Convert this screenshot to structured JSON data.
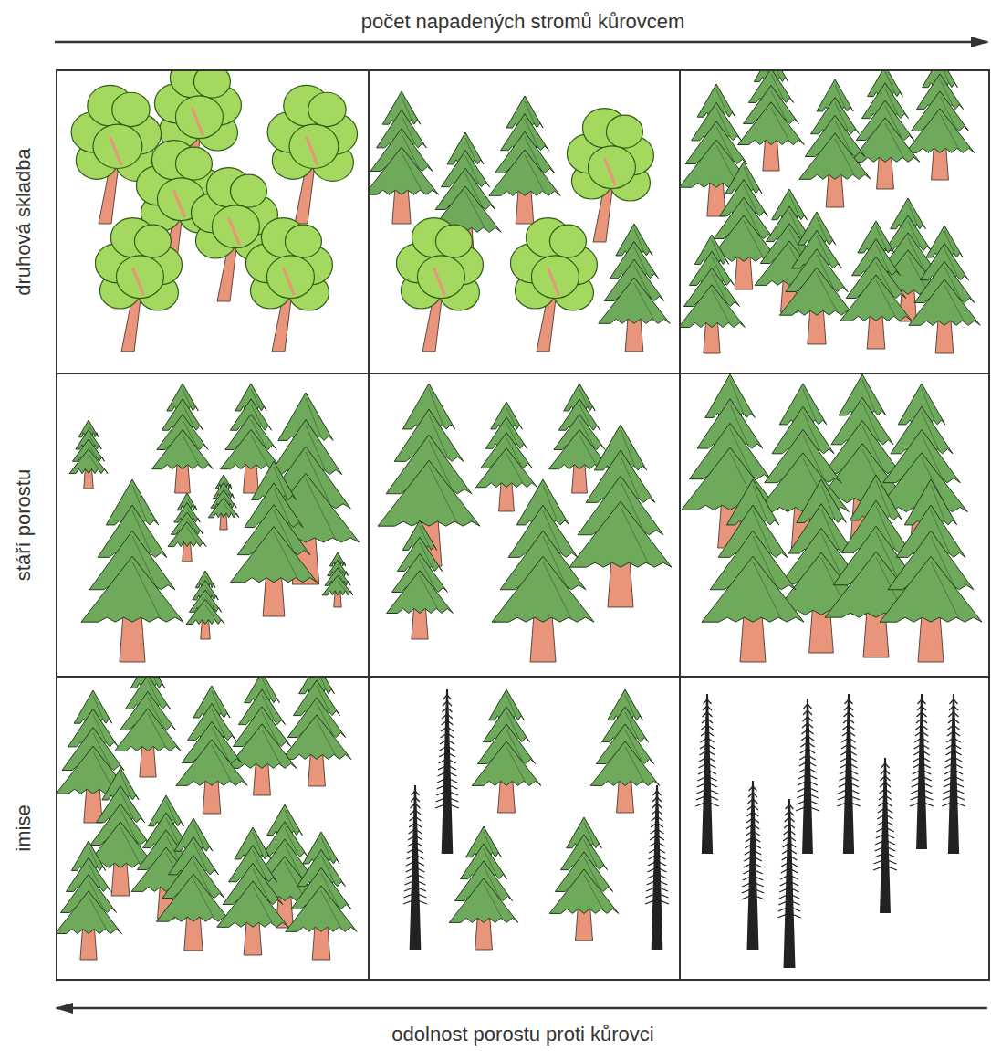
{
  "diagram": {
    "labels": [
      "počet napadených stromů kůrovcem",
      "druhová skladba",
      "stáří porostu",
      "imise",
      "odolnost porostu proti kůrovci"
    ]
  }
}
